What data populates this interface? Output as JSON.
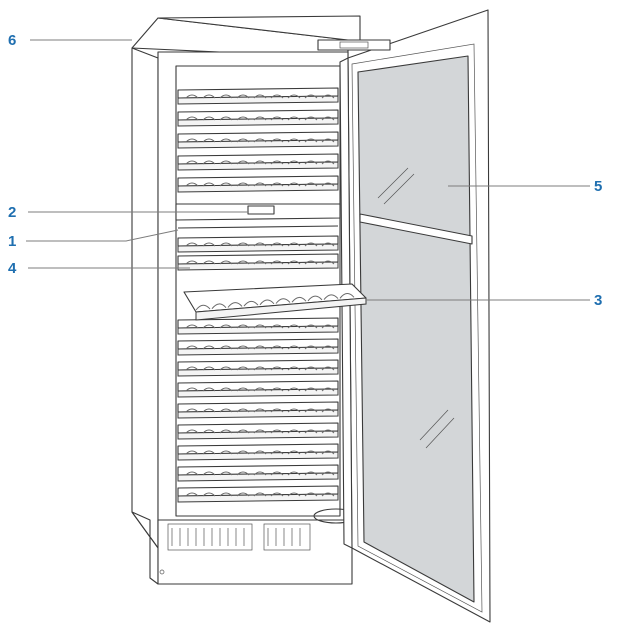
{
  "callouts": [
    {
      "id": "6",
      "label": "6"
    },
    {
      "id": "2",
      "label": "2"
    },
    {
      "id": "1",
      "label": "1"
    },
    {
      "id": "4",
      "label": "4"
    },
    {
      "id": "5",
      "label": "5"
    },
    {
      "id": "3",
      "label": "3"
    }
  ],
  "upper_shelf_count": 5,
  "lower_shelf_count": 9,
  "colors": {
    "callout": "#1f6fb0",
    "glass": "#d3d6d8",
    "line": "#3a3a3a"
  }
}
